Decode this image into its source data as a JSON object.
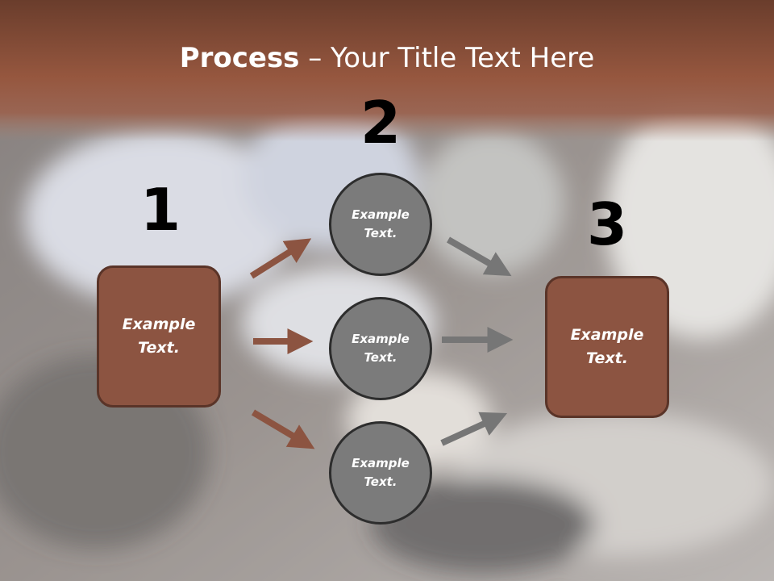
{
  "title": {
    "bold": "Process",
    "rest": " – Your Title Text Here"
  },
  "steps": {
    "one": "1",
    "two": "2",
    "three": "3"
  },
  "left_box": {
    "line1": "Example",
    "line2": "Text."
  },
  "circles": [
    {
      "line1": "Example",
      "line2": "Text."
    },
    {
      "line1": "Example",
      "line2": "Text."
    },
    {
      "line1": "Example",
      "line2": "Text."
    }
  ],
  "right_box": {
    "line1": "Example",
    "line2": "Text."
  },
  "colors": {
    "header": "#8c5441",
    "box_fill": "#8c5441",
    "box_border": "#5a3428",
    "circle_fill": "#7b7b7b",
    "circle_border": "#2d2d2d",
    "arrow_brown": "#8c5441",
    "arrow_gray": "#767676"
  }
}
